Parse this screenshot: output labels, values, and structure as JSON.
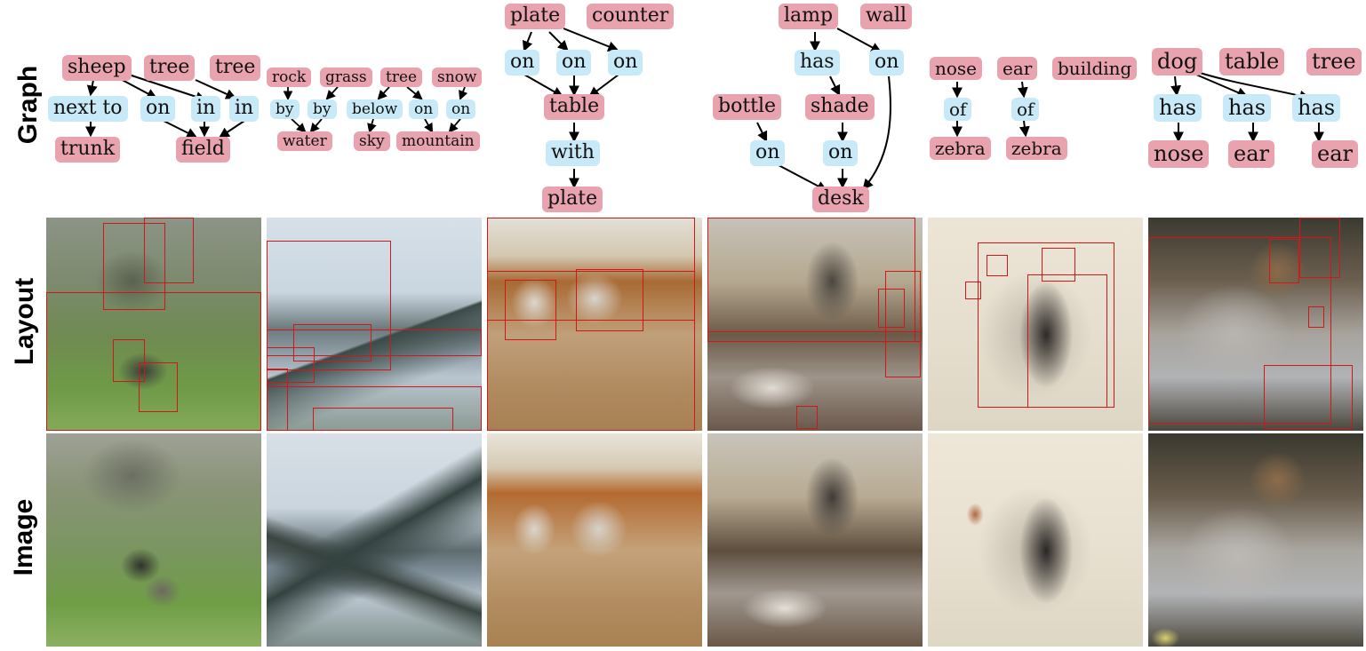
{
  "row_labels": {
    "graph": "Graph",
    "layout": "Layout",
    "image": "Image"
  },
  "graphs": [
    {
      "nodes": [
        "sheep",
        "tree",
        "tree",
        "next to",
        "on",
        "in",
        "in",
        "trunk",
        "field"
      ],
      "types": [
        "obj",
        "obj",
        "obj",
        "rel",
        "rel",
        "rel",
        "rel",
        "obj",
        "obj"
      ]
    },
    {
      "nodes": [
        "rock",
        "grass",
        "tree",
        "snow",
        "by",
        "by",
        "below",
        "on",
        "on",
        "water",
        "sky",
        "mountain"
      ],
      "types": [
        "obj",
        "obj",
        "obj",
        "obj",
        "rel",
        "rel",
        "rel",
        "rel",
        "rel",
        "obj",
        "obj",
        "obj"
      ]
    },
    {
      "nodes": [
        "plate",
        "counter",
        "on",
        "on",
        "on",
        "table",
        "with",
        "plate"
      ],
      "types": [
        "obj",
        "obj",
        "rel",
        "rel",
        "rel",
        "obj",
        "rel",
        "obj"
      ]
    },
    {
      "nodes": [
        "lamp",
        "wall",
        "has",
        "on",
        "bottle",
        "shade",
        "on",
        "on",
        "desk"
      ],
      "types": [
        "obj",
        "obj",
        "rel",
        "rel",
        "obj",
        "obj",
        "rel",
        "rel",
        "obj"
      ]
    },
    {
      "nodes": [
        "nose",
        "ear",
        "building",
        "of",
        "of",
        "zebra",
        "zebra"
      ],
      "types": [
        "obj",
        "obj",
        "obj",
        "rel",
        "rel",
        "obj",
        "obj"
      ]
    },
    {
      "nodes": [
        "dog",
        "table",
        "tree",
        "has",
        "has",
        "has",
        "nose",
        "ear",
        "ear"
      ],
      "types": [
        "obj",
        "obj",
        "obj",
        "rel",
        "rel",
        "rel",
        "obj",
        "obj",
        "obj"
      ]
    }
  ],
  "colors": {
    "object_node": "#e8a3ae",
    "relation_node": "#c8e9f7",
    "layout_box": "#d01818"
  }
}
